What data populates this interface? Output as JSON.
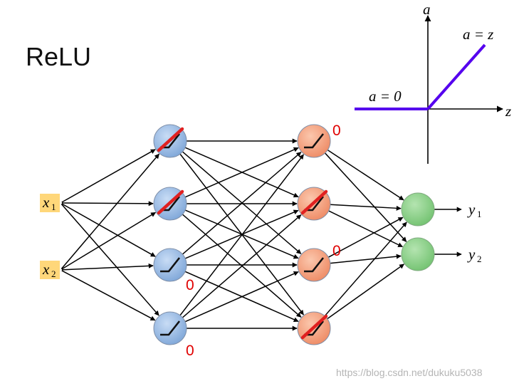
{
  "title": "ReLU",
  "relu_graph": {
    "y_axis_label": "a",
    "x_axis_label": "z",
    "positive_label": "a = z",
    "negative_label": "a = 0",
    "line_color": "#5500ee"
  },
  "inputs": [
    {
      "symbol": "x",
      "sub": "1"
    },
    {
      "symbol": "x",
      "sub": "2"
    }
  ],
  "outputs": [
    {
      "symbol": "y",
      "sub": "1"
    },
    {
      "symbol": "y",
      "sub": "2"
    }
  ],
  "layer1_active": [
    true,
    true,
    false,
    false
  ],
  "layer2_active": [
    false,
    true,
    false,
    true
  ],
  "zero_labels": [
    "0",
    "0",
    "0",
    "0"
  ],
  "colors": {
    "layer1_fill": "#a8c4e8",
    "layer2_fill": "#f4a582",
    "output_fill": "#8fd18f",
    "input_box": "#ffd77a",
    "active_line": "#e02020"
  },
  "watermark": "https://blog.csdn.net/dukuku5038"
}
